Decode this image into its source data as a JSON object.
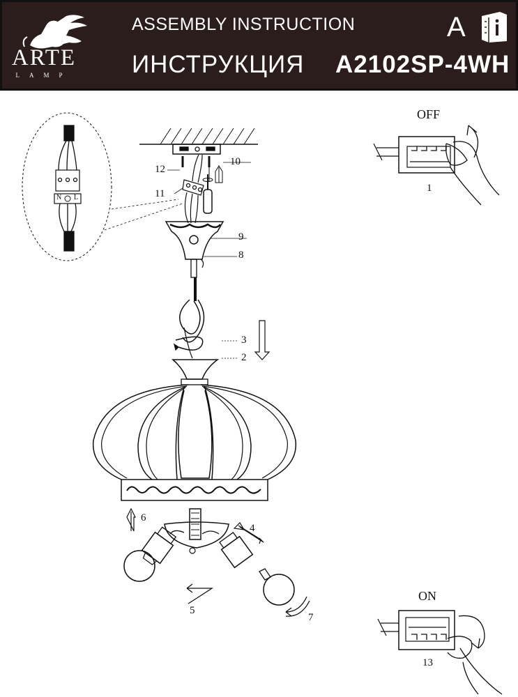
{
  "header": {
    "brand_name": "ARTE",
    "brand_sub": "LAMP",
    "title_en": "ASSEMBLY INSTRUCTION",
    "title_ru": "ИНСТРУКЦИЯ",
    "language_letter": "A",
    "model": "A2102SP-4WH",
    "icons": [
      "griffin-logo-icon",
      "info-book-icon"
    ]
  },
  "switch_off": {
    "label": "OFF",
    "step": "1"
  },
  "switch_on": {
    "label": "ON",
    "step": "13"
  },
  "terminal": {
    "n": "N",
    "l": "L"
  },
  "steps": {
    "s2": "2",
    "s3": "3",
    "s4": "4",
    "s5": "5",
    "s6": "6",
    "s7": "7",
    "s8": "8",
    "s9": "9",
    "s10": "10",
    "s11": "11",
    "s12": "12"
  }
}
